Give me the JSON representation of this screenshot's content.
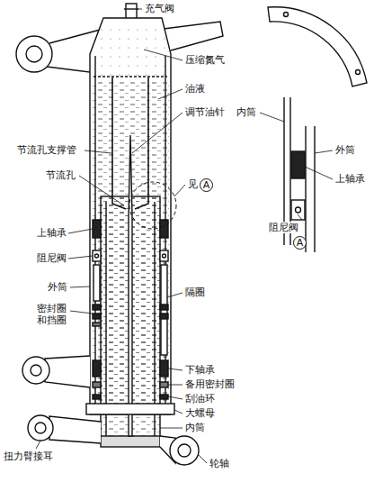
{
  "diagram": {
    "labels": [
      "充气阀",
      "压缩氮气",
      "油液",
      "调节油针",
      "节流孔支撑管",
      "节流孔",
      "见",
      "A",
      "上轴承",
      "阻尼阀",
      "外筒",
      "隔圈",
      "密封圈 和挡圈",
      "下轴承",
      "备用密封圈",
      "刮油环",
      "大螺母",
      "内筒",
      "扭力臂接耳",
      "轮轴",
      "内筒",
      "外筒",
      "上轴承",
      "阻尼阀",
      "A"
    ]
  }
}
